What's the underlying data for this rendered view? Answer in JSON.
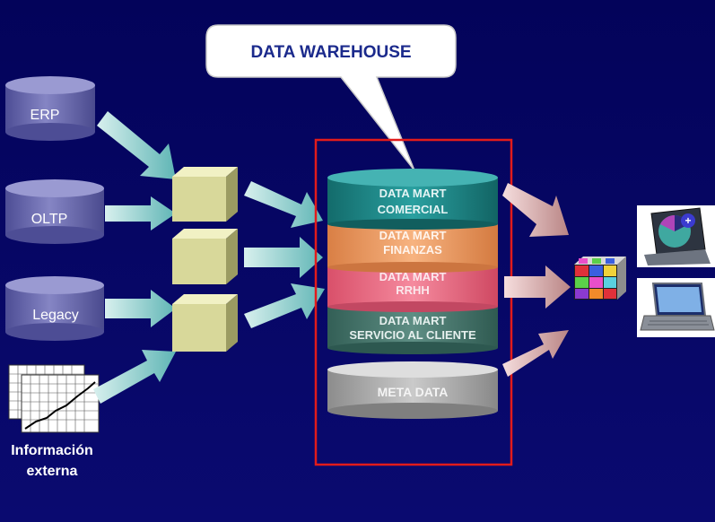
{
  "callout": {
    "title": "DATA WAREHOUSE"
  },
  "sources": {
    "erp": "ERP",
    "oltp": "OLTP",
    "legacy": "Legacy",
    "external_line1": "Información",
    "external_line2": "externa"
  },
  "warehouse": {
    "mart_comercial": {
      "line1": "DATA MART",
      "line2": "COMERCIAL"
    },
    "mart_finanzas": {
      "line1": "DATA MART",
      "line2": "FINANZAS"
    },
    "mart_rrhh": {
      "line1": "DATA MART",
      "line2": "RRHH"
    },
    "mart_servicio": {
      "line1": "DATA MART",
      "line2": "SERVICIO AL CLIENTE"
    },
    "meta_data": "META DATA"
  },
  "icons": {
    "source_db": "database-cylinder-icon",
    "staging": "cube-icon",
    "olap": "olap-cube-icon",
    "chart_laptop": "pie-chart-laptop-icon",
    "laptop": "laptop-icon",
    "external": "chart-sheet-icon"
  },
  "colors": {
    "background": "#02025e",
    "cylinder": "#6f6fb4",
    "cube": "#dada9c",
    "mart_comercial": "#1f8a8a",
    "mart_finanzas": "#f2a06a",
    "mart_rrhh": "#ef6f86",
    "mart_servicio": "#4a7a70",
    "meta_data": "#a9a9a9",
    "warehouse_border": "#e21b1b"
  }
}
